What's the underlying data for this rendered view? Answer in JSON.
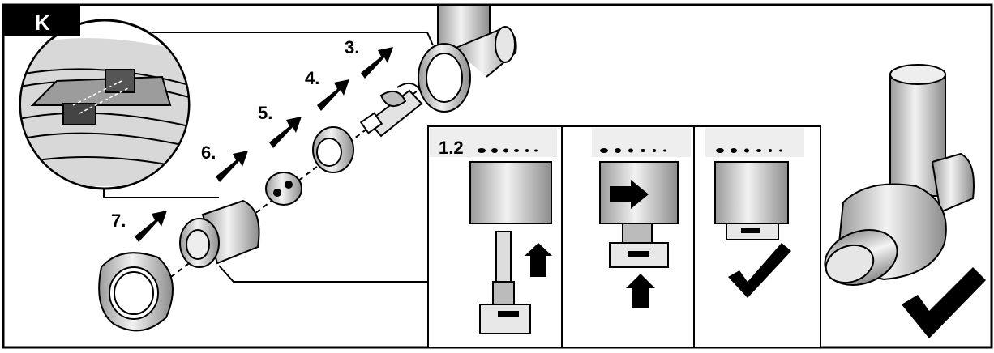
{
  "section": {
    "letter": "K"
  },
  "steps": {
    "s3": "3.",
    "s4": "4.",
    "s5": "5.",
    "s6": "6.",
    "s7": "7."
  },
  "detail_panel": {
    "label": "1.2"
  },
  "icons": [
    "arrow-icon",
    "checkmark-icon",
    "magnifier-detail"
  ],
  "colors": {
    "ink": "#000000",
    "paper": "#ffffff",
    "shade": "#bdbdbd"
  }
}
